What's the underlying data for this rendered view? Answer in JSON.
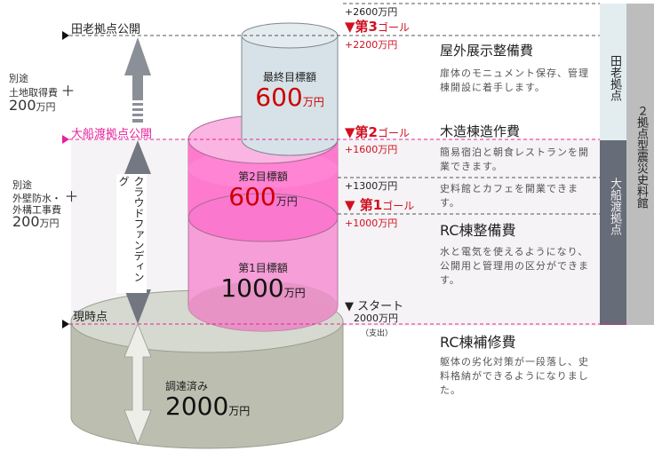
{
  "left_labels": {
    "taro_open": "田老拠点公開",
    "ofunato_open": "大船渡拠点公開",
    "current": "現時点",
    "extra1": {
      "line1": "別途",
      "line2": "土地取得費",
      "plus": "＋",
      "amount": "200",
      "unit": "万円"
    },
    "extra2": {
      "line1": "別途",
      "line2": "外壁防水・",
      "line3": "外構工事費",
      "plus": "＋",
      "amount": "200",
      "unit": "万円"
    },
    "crowdfunding": "クラウドファンディング"
  },
  "cylinders": {
    "final": {
      "label": "最終目標額",
      "value": "600",
      "unit": "万円"
    },
    "second": {
      "label": "第2目標額",
      "value": "600",
      "unit": "万円"
    },
    "first": {
      "label": "第1目標額",
      "value": "1000",
      "unit": "万円"
    },
    "raised": {
      "label": "調達済み",
      "value": "2000",
      "unit": "万円"
    }
  },
  "milestones": {
    "plus2600": "+2600万円",
    "goal3": {
      "arrow": "▼",
      "kanji": "第3",
      "suffix": "ゴール"
    },
    "plus2200": "+2200万円",
    "goal2": {
      "arrow": "▼",
      "kanji": "第2",
      "suffix": "ゴール"
    },
    "plus1600": "+1600万円",
    "plus1300": "+1300万円",
    "goal1": {
      "arrow": "▼ ",
      "kanji": "第1",
      "suffix": "ゴール"
    },
    "plus1000": "+1000万円",
    "start": "▼ スタート",
    "start_amount": "2000万円",
    "start_note": "（支出）"
  },
  "costs": [
    {
      "title": "屋外展示整備費",
      "desc": "扉体のモニュメント保存、管理棟開設に着手します。"
    },
    {
      "title": "木造棟造作費",
      "desc": "簡易宿泊と朝食レストランを開業できます。"
    },
    {
      "title": "",
      "desc": "史料館とカフェを開業できます。"
    },
    {
      "title": "RC棟整備費",
      "desc": "水と電気を使えるようになり、公開用と管理用の区分ができます。"
    },
    {
      "title": "RC棟補修費",
      "desc": "躯体の劣化対策が一段落し、史料格納ができるようになりました。"
    }
  ],
  "side_bars": {
    "taro": "田老拠点",
    "ofunato": "大船渡拠点",
    "overall": "２拠点型震災史料館"
  },
  "colors": {
    "accent_red": "#d01020",
    "pink_line": "#e8219a",
    "gray_arrow": "#6b717c",
    "pink_cyl": "#f79ad6",
    "gray_cyl": "#bcbfb0",
    "blue_cyl": "#d7e2e8",
    "dark_bar": "#666c78",
    "light_bar": "#e2ecf0",
    "overall_bar": "#bdbdbd"
  }
}
